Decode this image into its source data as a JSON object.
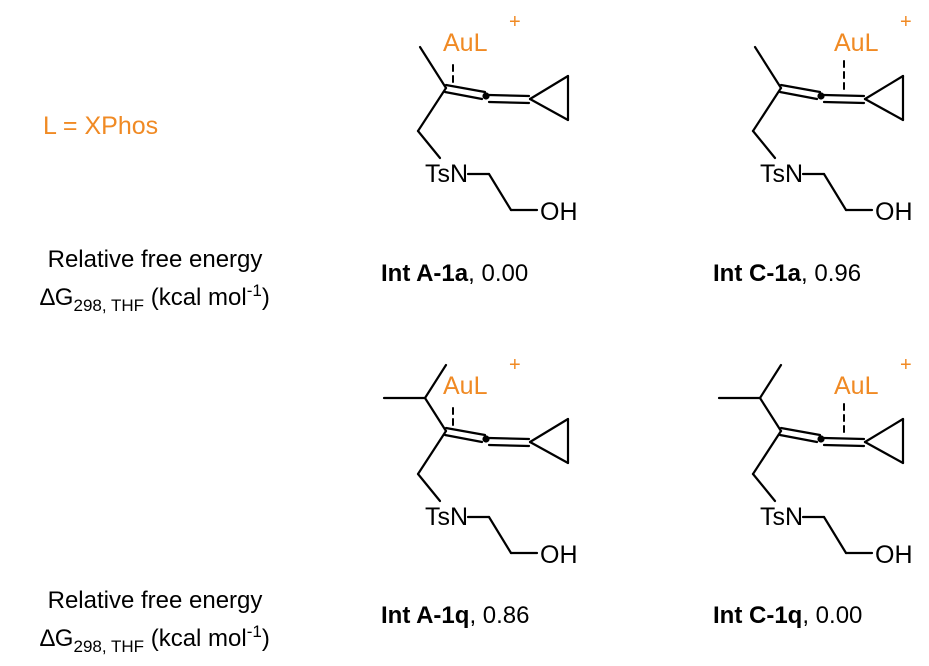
{
  "ligand_note": "L = XPhos",
  "energy_label": {
    "line1": "Relative free energy",
    "delta": "∆G",
    "subscript": "298, THF",
    "unit_open": " (kcal mol",
    "exponent": "-1",
    "unit_close": ")"
  },
  "atoms": {
    "metal": "AuL",
    "charge": "+",
    "amine": "TsN",
    "hydroxyl": "OH"
  },
  "intermediates": [
    {
      "name": "Int A-1a",
      "energy": "0.00"
    },
    {
      "name": "Int C-1a",
      "energy": "0.96"
    },
    {
      "name": "Int A-1q",
      "energy": "0.86"
    },
    {
      "name": "Int C-1q",
      "energy": "0.00"
    }
  ],
  "colors": {
    "accent": "#f08a24",
    "ink": "#000000"
  }
}
